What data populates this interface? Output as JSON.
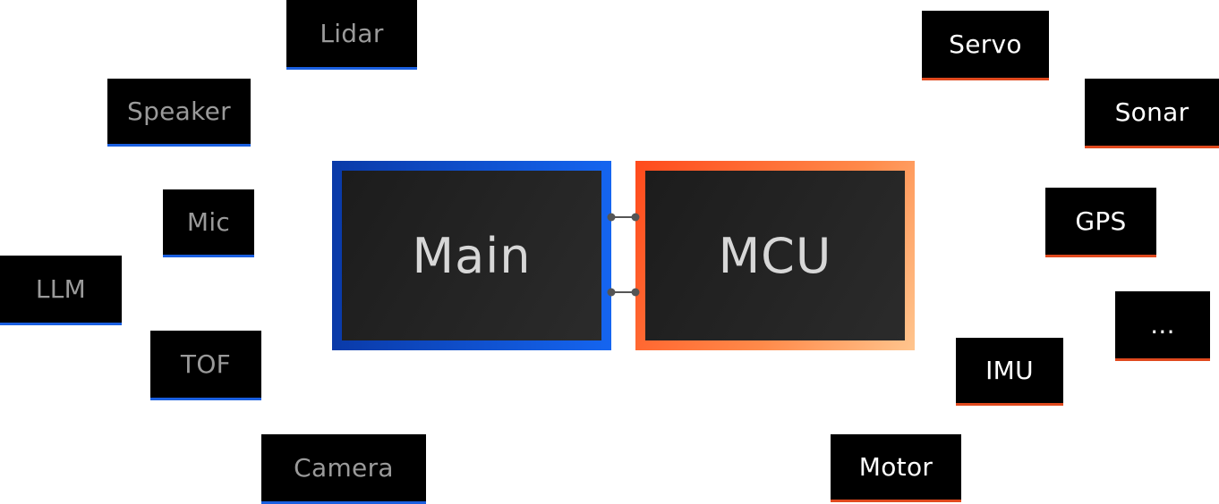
{
  "left_tiles": [
    {
      "id": "lidar",
      "label": "Lidar"
    },
    {
      "id": "speaker",
      "label": "Speaker"
    },
    {
      "id": "mic",
      "label": "Mic"
    },
    {
      "id": "llm",
      "label": "LLM"
    },
    {
      "id": "tof",
      "label": "TOF"
    },
    {
      "id": "camera",
      "label": "Camera"
    }
  ],
  "right_tiles": [
    {
      "id": "servo",
      "label": "Servo"
    },
    {
      "id": "sonar",
      "label": "Sonar"
    },
    {
      "id": "gps",
      "label": "GPS"
    },
    {
      "id": "more",
      "label": "..."
    },
    {
      "id": "imu",
      "label": "IMU"
    },
    {
      "id": "motor",
      "label": "Motor"
    }
  ],
  "core": {
    "main_label": "Main",
    "mcu_label": "MCU"
  },
  "colors": {
    "left_accent": "#1a5fe0",
    "right_accent": "#e0491e",
    "main_border_start": "#0a3aa8",
    "main_border_end": "#1565f0",
    "mcu_border_start": "#ff4a1c",
    "mcu_border_end": "#ffc58e",
    "connector": "#555555"
  }
}
